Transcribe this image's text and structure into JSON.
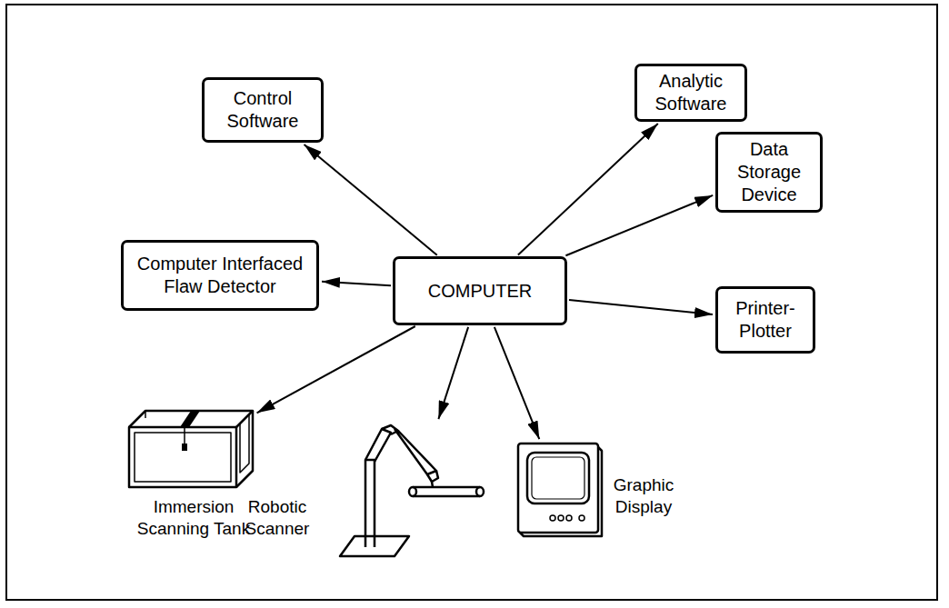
{
  "diagram": {
    "nodes": [
      {
        "text": [
          "Control Software"
        ]
      },
      {
        "text": [
          "Analytic Software"
        ]
      },
      {
        "text": [
          "Data Storage Device"
        ]
      },
      {
        "text": [
          "Computer Interfaced Flaw Detector"
        ]
      },
      {
        "text": [
          "COMPUTER"
        ]
      },
      {
        "text": [
          "Printer-Plotter"
        ]
      },
      {
        "text": [
          "Immersion Scanning Tank"
        ]
      },
      {
        "text": [
          "Robotic Scanner"
        ]
      },
      {
        "text": [
          "Graphic Display"
        ]
      }
    ],
    "edges": [
      {
        "from": 4,
        "to": 0,
        "arrow": "to"
      },
      {
        "from": 4,
        "to": 1,
        "arrow": "to"
      },
      {
        "from": 4,
        "to": 2,
        "arrow": "to"
      },
      {
        "from": 4,
        "to": 3,
        "arrow": "to"
      },
      {
        "from": 4,
        "to": 5,
        "arrow": "to"
      },
      {
        "from": 4,
        "to": 6,
        "arrow": "to"
      },
      {
        "from": 4,
        "to": 7,
        "arrow": "to"
      },
      {
        "from": 4,
        "to": 8,
        "arrow": "to"
      }
    ]
  }
}
